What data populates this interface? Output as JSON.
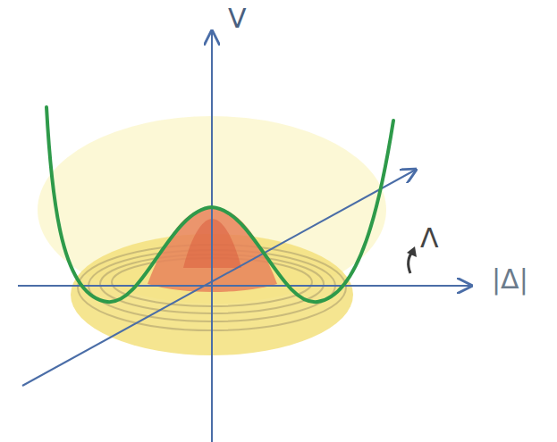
{
  "diagram": {
    "labels": [
      "V",
      "Λ",
      "|Δ|"
    ]
  }
}
